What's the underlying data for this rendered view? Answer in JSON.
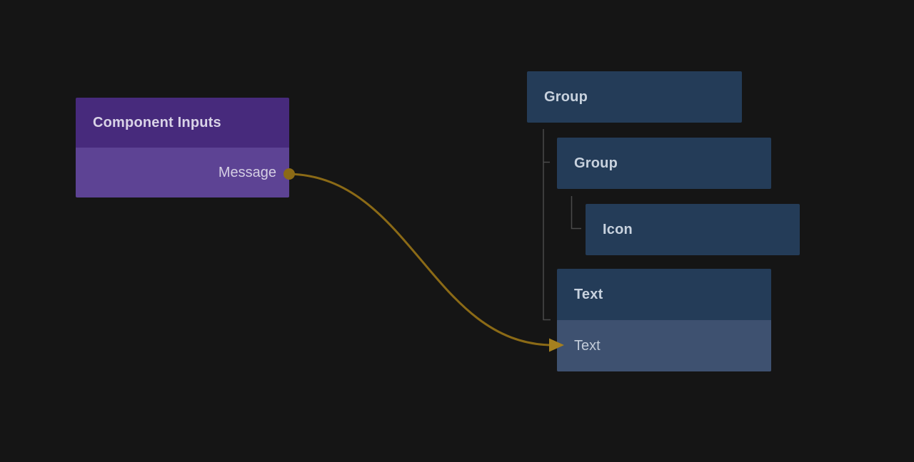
{
  "canvas": {
    "background_color": "#151515"
  },
  "component_inputs_node": {
    "title": "Component Inputs",
    "header_color": "#472A7C",
    "row_color": "#5D4394",
    "text_color": "#D9D3E7",
    "output_rows": [
      {
        "label": "Message"
      }
    ]
  },
  "layer_tree": {
    "node_fill_color": "#243C58",
    "highlight_row_color": "#3E5170",
    "text_color": "#C8D2DE",
    "guide_color": "#4A4A4A",
    "nodes": [
      {
        "label": "Group",
        "depth": 0
      },
      {
        "label": "Group",
        "depth": 1
      },
      {
        "label": "Icon",
        "depth": 2
      },
      {
        "label": "Text",
        "depth": 1
      }
    ],
    "highlighted_row": {
      "label": "Text"
    }
  },
  "connection": {
    "from_port": "Message",
    "to_node": "Text",
    "wire_color": "#8B6A16",
    "arrow_color": "#A5801F",
    "port_color": "#8B6A16"
  }
}
